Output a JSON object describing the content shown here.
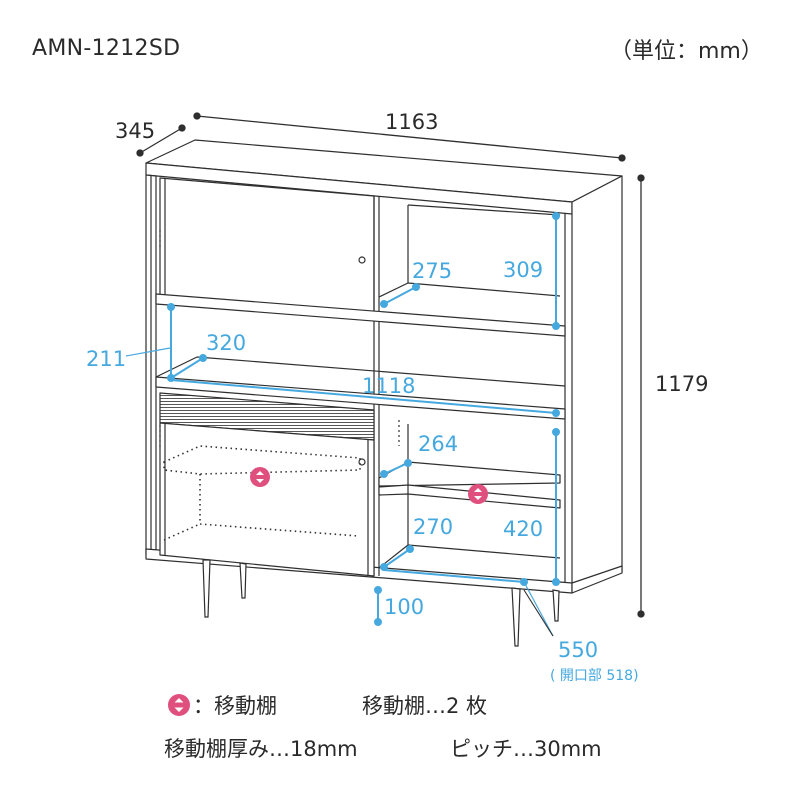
{
  "header": {
    "model": "AMN-1212SD",
    "unit": "（単位：mm）"
  },
  "dimensions": {
    "depth": "345",
    "width": "1163",
    "height": "1179",
    "inner_width": "1118",
    "upper_left_height": "211",
    "upper_shelf_depth": "320",
    "top_right_depth": "275",
    "top_right_height": "309",
    "mid_right_depth": "264",
    "lower_right_depth": "270",
    "lower_right_height": "420",
    "leg_height": "100",
    "door_width": "550",
    "door_opening": "( 開口部 518)"
  },
  "legend": {
    "movable_shelf_marker": "：移動棚",
    "movable_shelf_count": "移動棚…2 枚",
    "shelf_thickness": "移動棚厚み…18mm",
    "pitch": "ピッチ…30mm"
  },
  "colors": {
    "line": "#2f2f2f",
    "dimension": "#45a8df",
    "marker": "#e0507f",
    "text": "#2a2a2a"
  }
}
